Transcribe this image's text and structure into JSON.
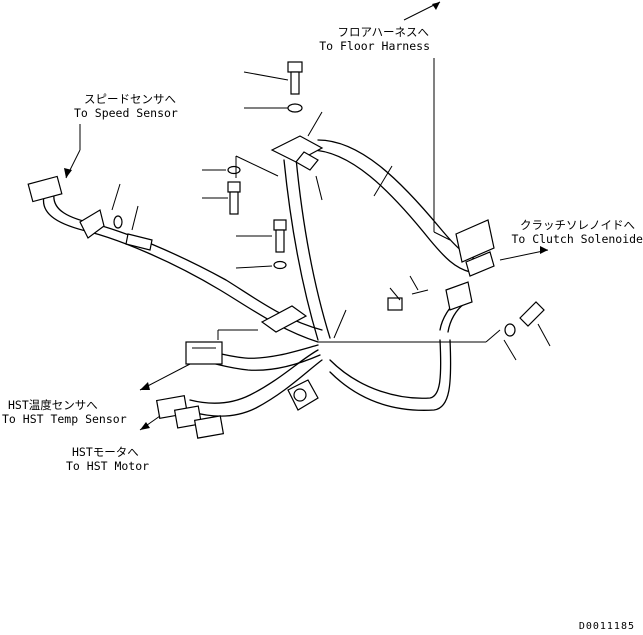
{
  "labels": {
    "floor_harness": {
      "jp": "フロアハーネスへ",
      "en": "To Floor Harness"
    },
    "speed_sensor": {
      "jp": "スピードセンサへ",
      "en": "To Speed Sensor"
    },
    "clutch_solenoid": {
      "jp": "クラッチソレノイドへ",
      "en": "To Clutch Solenoide"
    },
    "hst_temp_sensor": {
      "jp": "HST温度センサへ",
      "en": "To HST Temp Sensor"
    },
    "hst_motor": {
      "jp": "HSTモータへ",
      "en": "To HST Motor"
    }
  },
  "drawing_code": "D0011185"
}
